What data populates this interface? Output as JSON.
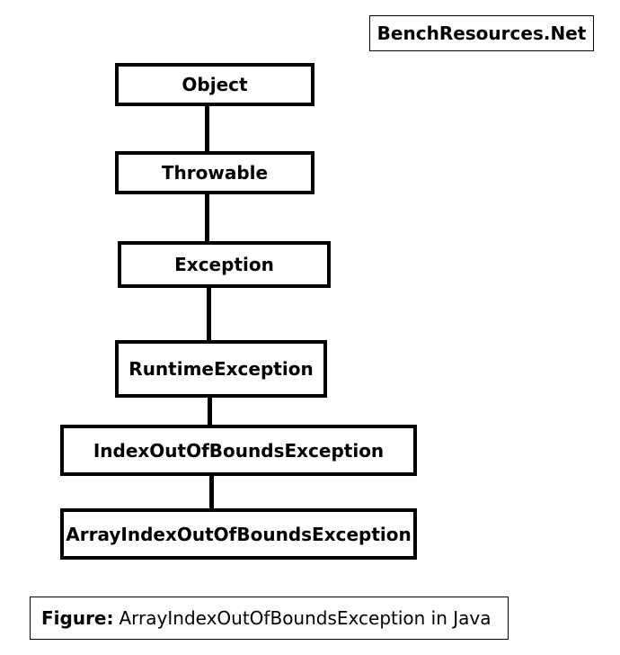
{
  "brand": "BenchResources.Net",
  "nodes": [
    "Object",
    "Throwable",
    "Exception",
    "RuntimeException",
    "IndexOutOfBoundsException",
    "ArrayIndexOutOfBoundsException"
  ],
  "caption": {
    "label": "Figure:",
    "text": "ArrayIndexOutOfBoundsException in Java"
  }
}
